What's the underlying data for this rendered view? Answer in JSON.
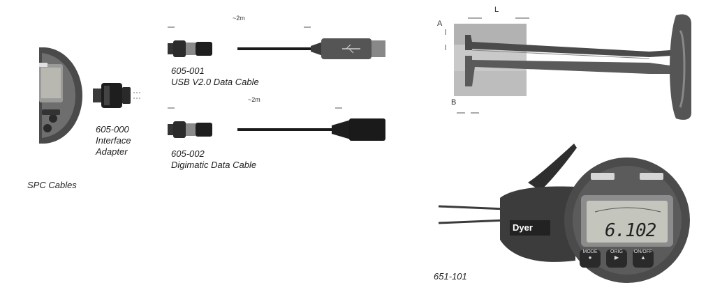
{
  "spc_cables_label": "SPC Cables",
  "adapter": {
    "part_number": "605-000",
    "line1": "Interface",
    "line2": "Adapter"
  },
  "usb_cable": {
    "part_number": "605-001",
    "name": "USB V2.0 Data Cable",
    "length_label": "~2m"
  },
  "digimatic_cable": {
    "part_number": "605-002",
    "name": "Digimatic Data Cable",
    "length_label": "~2m"
  },
  "diagram_labels": {
    "a": "A",
    "b": "B",
    "l": "L"
  },
  "gauge": {
    "part_number": "651-101",
    "brand": "Dyer",
    "reading": "6.102",
    "buttons": [
      "MODE",
      "ORIG",
      "ON/OFF"
    ],
    "button_icons": [
      "mode-icon",
      "play-icon",
      "power-icon"
    ]
  },
  "icon_usb": "usb-trident-icon"
}
